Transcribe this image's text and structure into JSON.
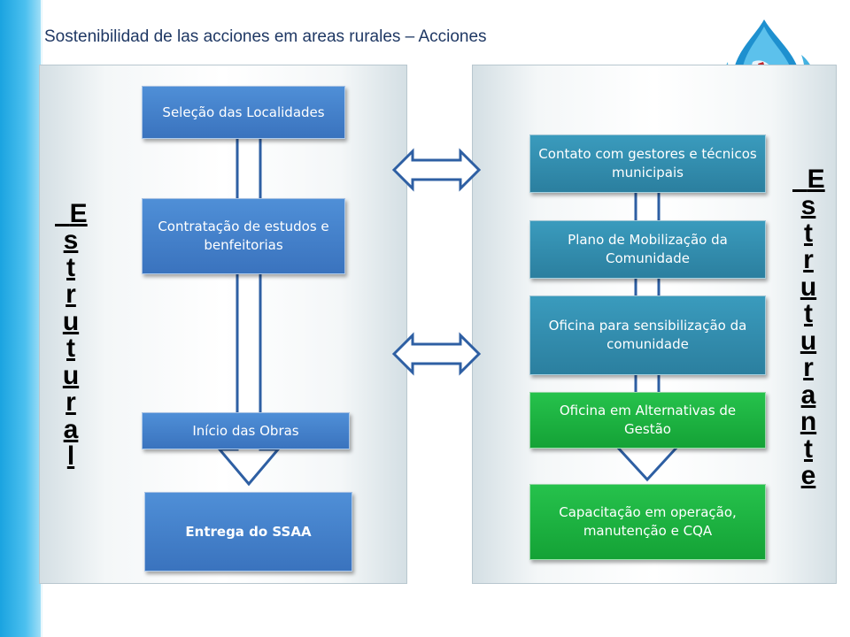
{
  "slide": {
    "title": "Sostenibilidad de las acciones em areas rurales – Acciones"
  },
  "left_panel": {
    "vertical_label": "Estrutural",
    "boxes": [
      {
        "label": "Seleção das Localidades"
      },
      {
        "label": "Contratação de estudos e benfeitorias"
      },
      {
        "label": "Início das Obras"
      },
      {
        "label": "Entrega do SSAA"
      }
    ]
  },
  "right_panel": {
    "vertical_label": "Estruturante",
    "boxes": [
      {
        "label": "Contato com gestores e técnicos municipais"
      },
      {
        "label": "Plano de Mobilização da Comunidade"
      },
      {
        "label": "Oficina para sensibilização da comunidade"
      },
      {
        "label": "Oficina em Alternativas de Gestão"
      },
      {
        "label": "Capacitação em operação, manutenção e CQA"
      }
    ]
  },
  "colors": {
    "blue_box": "#3a73be",
    "teal_box": "#2b7f9f",
    "green_box": "#14a236",
    "title_text": "#1f3864",
    "left_accent_bar": "#1aa3e0"
  },
  "icons": {
    "logo": "water-drop-globe-logo",
    "connectors": "double-headed-arrow"
  }
}
